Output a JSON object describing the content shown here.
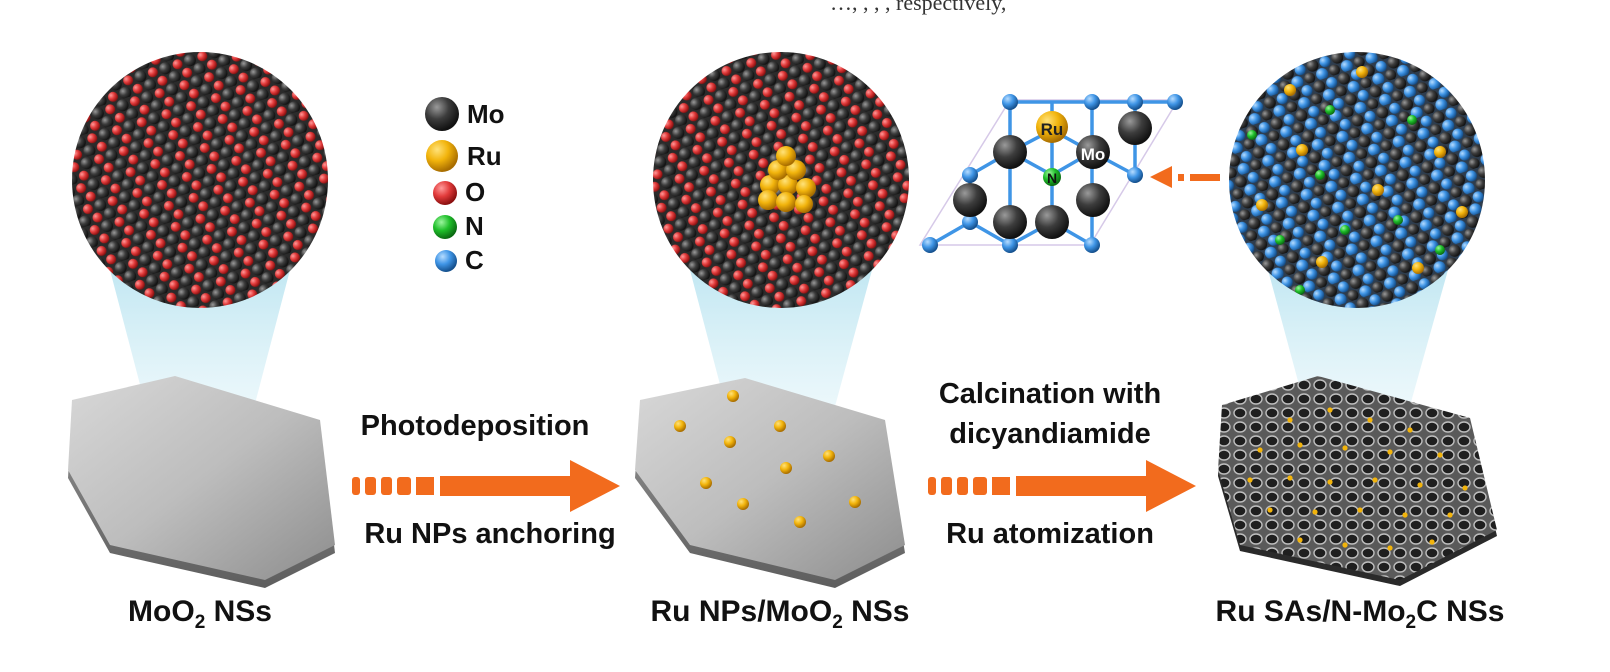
{
  "top_cut_text": "…, , ,        , respectively,",
  "legend": [
    {
      "symbol": "Mo",
      "color": "#3b3b3b"
    },
    {
      "symbol": "Ru",
      "color": "#f2b40c"
    },
    {
      "symbol": "O",
      "color": "#e23b3b"
    },
    {
      "symbol": "N",
      "color": "#1fbf2a"
    },
    {
      "symbol": "C",
      "color": "#3f95e6"
    }
  ],
  "stages": {
    "first": {
      "label_main": "MoO",
      "label_sub": "2",
      "label_tail": " NSs"
    },
    "second": {
      "label_main": "Ru NPs/MoO",
      "label_sub": "2",
      "label_tail": " NSs"
    },
    "third": {
      "label_main": "Ru SAs/N-Mo",
      "label_sub": "2",
      "label_tail": "C NSs"
    }
  },
  "arrows": {
    "first": {
      "above": "Photodeposition",
      "below": "Ru NPs anchoring",
      "color": "#f26b1d"
    },
    "second": {
      "above_line1": "Calcination with",
      "above_line2": "dicyandiamide",
      "below": "Ru atomization",
      "color": "#f26b1d"
    }
  },
  "structure": {
    "ru_label": "Ru",
    "mo_label": "Mo",
    "n_label": "N"
  }
}
